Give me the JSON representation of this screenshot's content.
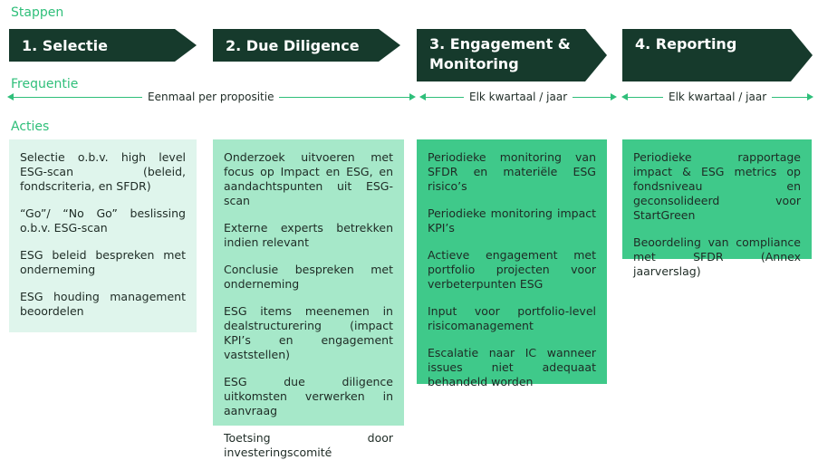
{
  "labels": {
    "stappen": "Stappen",
    "frequentie": "Frequentie",
    "acties": "Acties"
  },
  "steps": [
    {
      "label": "1. Selectie"
    },
    {
      "label": "2. Due Diligence"
    },
    {
      "label": "3. Engagement & Monitoring"
    },
    {
      "label": "4. Reporting"
    }
  ],
  "frequency": [
    {
      "text": "Eenmaal per propositie"
    },
    {
      "text": "Elk kwartaal / jaar"
    },
    {
      "text": "Elk kwartaal / jaar"
    }
  ],
  "actions": [
    {
      "color": "#dff5ec",
      "items": [
        "Selectie o.b.v. high level ESG-scan (beleid, fondscriteria, en SFDR)",
        "“Go”/ “No Go” beslissing o.b.v. ESG-scan",
        "ESG beleid bespreken met onderneming",
        "ESG houding management beoordelen"
      ]
    },
    {
      "color": "#a6e8c9",
      "items": [
        "Onderzoek uitvoeren met focus op Impact en ESG, en aandachtspunten uit ESG-scan",
        "Externe experts betrekken indien relevant",
        "Conclusie bespreken met onderneming",
        "ESG items meenemen in dealstructurering (impact KPI’s en engagement vaststellen)",
        "ESG due diligence uitkomsten verwerken in aanvraag",
        "Toetsing door investeringscomité"
      ]
    },
    {
      "color": "#3fc98a",
      "items": [
        "Periodieke monitoring van SFDR en materiële ESG risico’s",
        "Periodieke monitoring impact KPI’s",
        "Actieve engagement met portfolio projecten voor verbeterpunten ESG",
        "Input voor portfolio-level risicomanagement",
        "Escalatie naar IC wanneer issues niet adequaat behandeld worden"
      ]
    },
    {
      "color": "#3fc98a",
      "items": [
        "Periodieke rapportage impact & ESG metrics op fondsniveau en geconsolideerd voor StartGreen",
        "Beoordeling van compliance met SFDR (Annex jaarverslag)"
      ]
    }
  ]
}
